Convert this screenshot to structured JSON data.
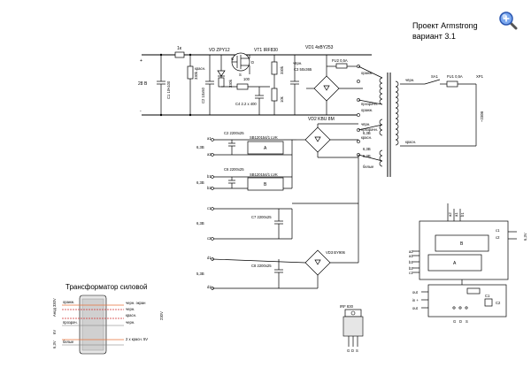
{
  "title": {
    "line1": "Проект Armstrong",
    "line2": "вариант 3.1"
  },
  "icons": {
    "zoom": "zoom-in-magnifier-icon"
  },
  "colors": {
    "wire": "#000000",
    "accent_orange": "#e8733a",
    "accent_red": "#d03030",
    "zoom_blue": "#3a6ad0"
  },
  "power_supply": {
    "input_voltage": "28 В",
    "plus": "+",
    "minus": "-",
    "fuse_main": "1к",
    "zener": "VD ZPY12",
    "mosfet": "VT1 IRF830",
    "diode_bridge_top": "VD1 4xBY253",
    "r1": "100",
    "r2": "10k",
    "r3": "330k",
    "r4": "330k",
    "r5": "10к",
    "r6": "10k",
    "c1": "C1 10ч100",
    "c2": "C2 10x50",
    "c3": "C3 50x365",
    "c4": "C4 2.2 x 400",
    "wire_red": "красн.",
    "wire_black": "чёрн.",
    "fuse2": "FU2 0,5A",
    "sa1": "SA1",
    "fu1": "FU1 0,5A",
    "xp1": "XP1",
    "mains": "~230В",
    "secondary_marks": [
      "оранж.",
      "прозрачн.",
      "оранж.",
      "чёрн.",
      "прозрачн.",
      "красн.",
      "белые",
      "6,3B",
      "6,3B",
      "5,3B"
    ],
    "vd2": "VD2 KBU 8M",
    "reg_a": "SB120154/1 LVK",
    "reg_b": "SB120154/1 LVK",
    "block_a": "A",
    "block_b": "B",
    "ca": "C2 2200x25",
    "cb": "C6 2200x25",
    "c7": "C7 2200x25",
    "c8": "C8 2200x25",
    "vd3": "VD3 BY906",
    "rail_labels": [
      "a1",
      "a2",
      "b1",
      "b2",
      "c1",
      "c2",
      "d1",
      "d2"
    ],
    "rail_voltages": [
      "6,3B",
      "6,3B",
      "6,3B",
      "5,3B"
    ]
  },
  "transformer_legend": {
    "heading": "Трансформатор силовой",
    "left": [
      "оранж.",
      "прозрач.",
      "белые"
    ],
    "left_side": [
      "Анод 330V",
      "6V",
      "6,3V"
    ],
    "right": [
      "черн. экран",
      "черн.",
      "красн.",
      "черн.",
      "2 x красн. 5V"
    ],
    "right_side": "230V"
  },
  "module": {
    "pins_left": [
      "a2",
      "a1",
      "b1",
      "b2",
      "c1",
      "c2"
    ],
    "pins_right": [
      "c1",
      "c2"
    ],
    "voltage_right": "6,3V",
    "block_a": "A",
    "block_b": "B",
    "lower_labels": [
      "out",
      "in +",
      "out"
    ],
    "lower_pins": [
      "G",
      "D",
      "S"
    ],
    "lower_caps": [
      "C1",
      "C2"
    ]
  },
  "transistor": {
    "label": "IRF 830",
    "pins": [
      "G",
      "D",
      "S"
    ]
  }
}
